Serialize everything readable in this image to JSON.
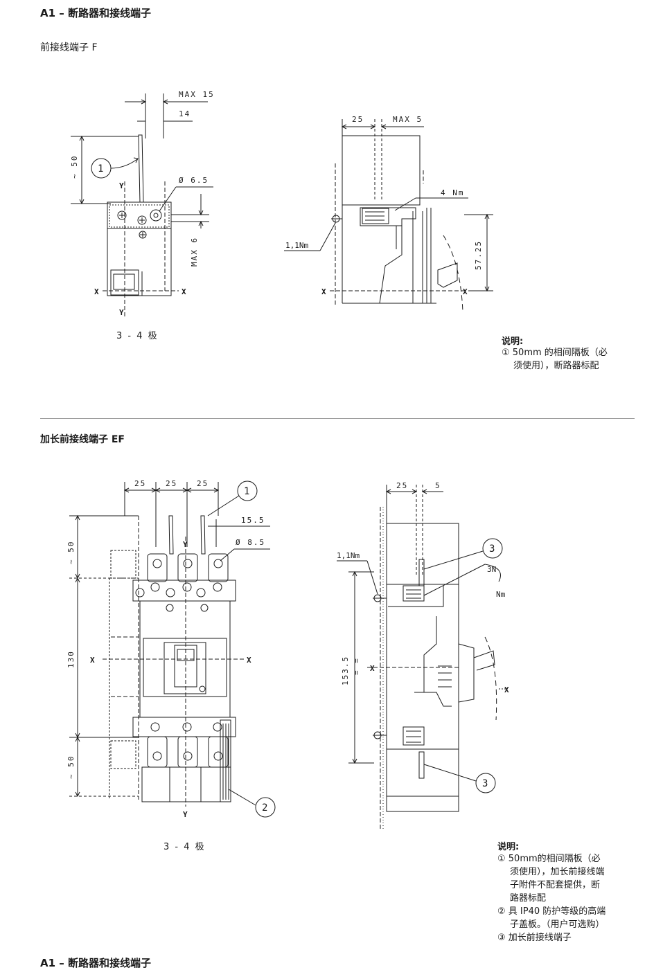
{
  "header": {
    "title": "A1 – 断路器和接线端子"
  },
  "section1": {
    "title": "前接线端子 F",
    "front_view": {
      "dims": {
        "max15": "MAX 15",
        "d14": "14",
        "d50": "~ 50",
        "dia": "Ø 6.5",
        "max6": "MAX 6"
      },
      "axes": {
        "y": "Y",
        "x": "X"
      },
      "callout": "1",
      "poles": "3 - 4 极"
    },
    "side_view": {
      "dims": {
        "d25": "25",
        "max5": "MAX 5",
        "torque1": "4 Nm",
        "torque2": "1,1Nm",
        "d5725": "57.25"
      },
      "axes": {
        "x": "X"
      }
    },
    "notes": {
      "title": "说明:",
      "items": [
        "① 50mm 的相间隔板（必",
        "须使用），断路器标配"
      ]
    }
  },
  "section2": {
    "title": "加长前接线端子 EF",
    "front_view": {
      "dims": {
        "d25a": "25",
        "d25b": "25",
        "d25c": "25",
        "d155": "15.5",
        "dia": "Ø 8.5",
        "d50a": "~ 50",
        "d130": "130",
        "d50b": "~ 50"
      },
      "axes": {
        "y": "Y",
        "x": "X"
      },
      "callouts": [
        "1",
        "2"
      ],
      "poles": "3 - 4 极"
    },
    "side_view": {
      "dims": {
        "d25": "25",
        "d5": "5",
        "torque": "1,1Nm",
        "d1535": "153.5",
        "eq": "= =",
        "n3": "3N",
        "nm": "Nm"
      },
      "axes": {
        "x": "X"
      },
      "callouts": [
        "3",
        "3"
      ]
    },
    "notes": {
      "title": "说明:",
      "items": [
        "① 50mm的相间隔板（必",
        "须使用），加长前接线端",
        "子附件不配套提供，断",
        "路器标配",
        "② 具 IP40 防护等级的高端",
        "子盖板。（用户可选购）",
        "③ 加长前接线端子"
      ]
    }
  },
  "footer": {
    "title": "A1 – 断路器和接线端子"
  }
}
